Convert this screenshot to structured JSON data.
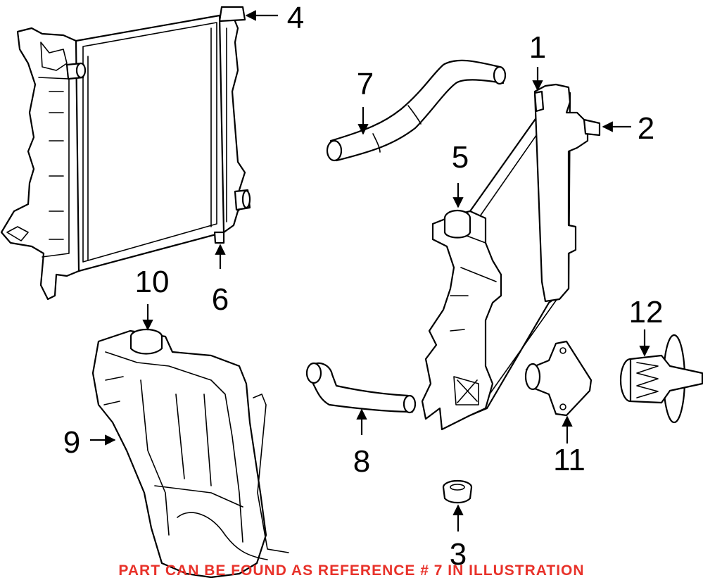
{
  "diagram": {
    "caption": "PART CAN BE FOUND AS REFERENCE # 7 IN ILLUSTRATION",
    "caption_color": "#e8322a",
    "line_color": "#000000",
    "callouts": [
      {
        "id": "1",
        "label": "1"
      },
      {
        "id": "2",
        "label": "2"
      },
      {
        "id": "3",
        "label": "3"
      },
      {
        "id": "4",
        "label": "4"
      },
      {
        "id": "5",
        "label": "5"
      },
      {
        "id": "6",
        "label": "6"
      },
      {
        "id": "7",
        "label": "7"
      },
      {
        "id": "8",
        "label": "8"
      },
      {
        "id": "9",
        "label": "9"
      },
      {
        "id": "10",
        "label": "10"
      },
      {
        "id": "11",
        "label": "11"
      },
      {
        "id": "12",
        "label": "12"
      }
    ]
  }
}
